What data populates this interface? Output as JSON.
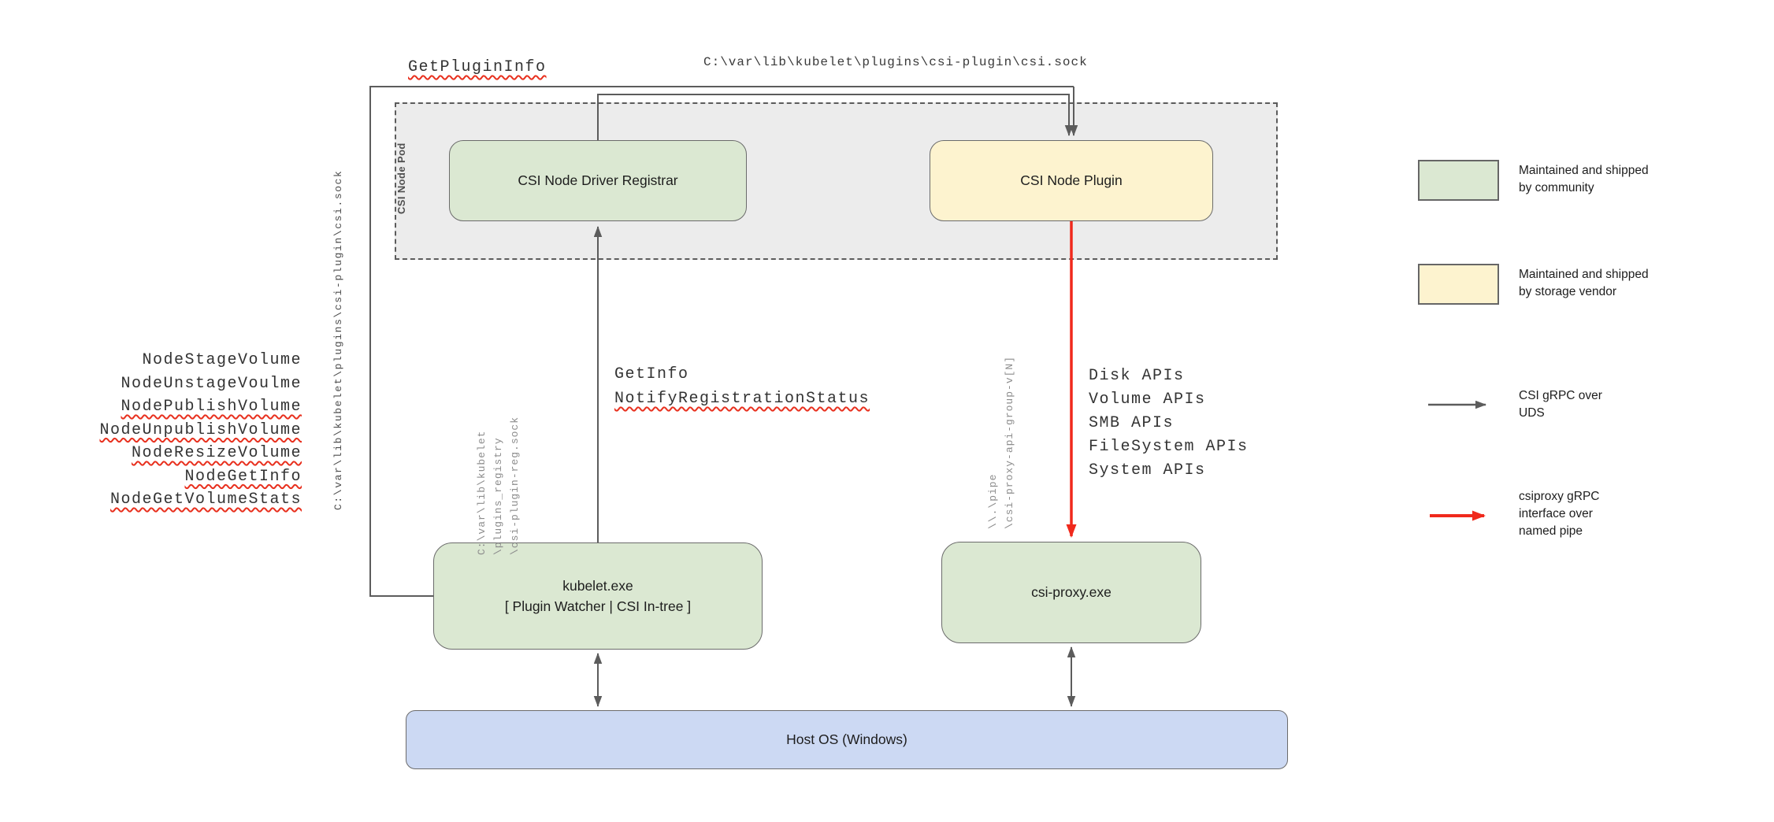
{
  "diagram": {
    "pod_label": "CSI Node Pod",
    "nodes": {
      "registrar": "CSI Node Driver Registrar",
      "plugin": "CSI Node Plugin",
      "kubelet": "kubelet.exe\n[ Plugin Watcher | CSI In-tree ]",
      "proxy": "csi-proxy.exe",
      "host_os": "Host OS (Windows)"
    },
    "labels": {
      "get_plugin_info": "GetPluginInfo",
      "csi_sock_path_top": "C:\\var\\lib\\kubelet\\plugins\\csi-plugin\\csi.sock",
      "csi_sock_path_vertical": "C:\\var\\lib\\kubelet\\plugins\\csi-plugin\\csi.sock",
      "registry_path_vertical": "C:\\var\\lib\\kubelet\n\\plugins_registry\n\\csi-plugin-reg.sock",
      "pipe_path_vertical": "\\\\.\\pipe\n\\csi-proxy-api-group-v[N]",
      "get_info": "GetInfo",
      "notify_registration_status": "NotifyRegistrationStatus"
    },
    "kubelet_rpcs": [
      "NodeStageVolume",
      "NodeUnstageVoulme",
      "NodePublishVolume",
      "NodeUnpublishVolume",
      "NodeResizeVolume",
      "NodeGetInfo",
      "NodeGetVolumeStats"
    ],
    "proxy_apis": [
      "Disk APIs",
      "Volume APIs",
      "SMB APIs",
      "FileSystem APIs",
      "System APIs"
    ]
  },
  "legend": {
    "community": "Maintained and shipped\nby community",
    "vendor": "Maintained and shipped\nby storage vendor",
    "uds": "CSI gRPC over\nUDS",
    "namedpipe": "csiproxy gRPC\ninterface over\nnamed pipe"
  },
  "colors": {
    "green": "#dbe8d2",
    "yellow": "#fdf3cf",
    "blue": "#ccd9f3",
    "red": "#f0291c",
    "line": "#5c5c5c"
  }
}
